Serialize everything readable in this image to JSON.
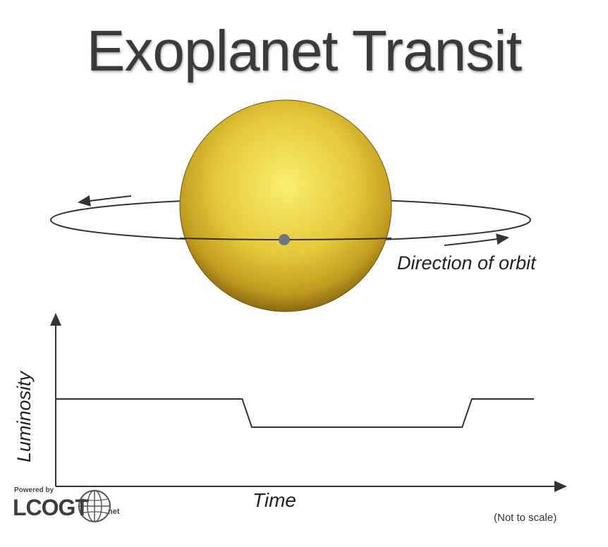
{
  "title": "Exoplanet Transit",
  "orbit_label": "Direction of orbit",
  "graph": {
    "ylabel": "Luminosity",
    "xlabel": "Time",
    "note": "(Not to scale)",
    "light_curve": {
      "type": "line",
      "baseline": 1.0,
      "transit_depth": 0.8,
      "points_normalized_time": [
        0.0,
        0.39,
        0.41,
        0.85,
        0.87,
        1.0
      ],
      "points_luminosity": [
        1.0,
        1.0,
        0.8,
        0.8,
        1.0,
        1.0
      ]
    }
  },
  "logo": {
    "powered_by": "Powered by",
    "wordmark": "LCOGT",
    "tld": ".net"
  },
  "colors": {
    "star_center": "#f8ec6a",
    "star_edge": "#8a6a12",
    "line": "#333333",
    "planet": "#6f7484"
  }
}
